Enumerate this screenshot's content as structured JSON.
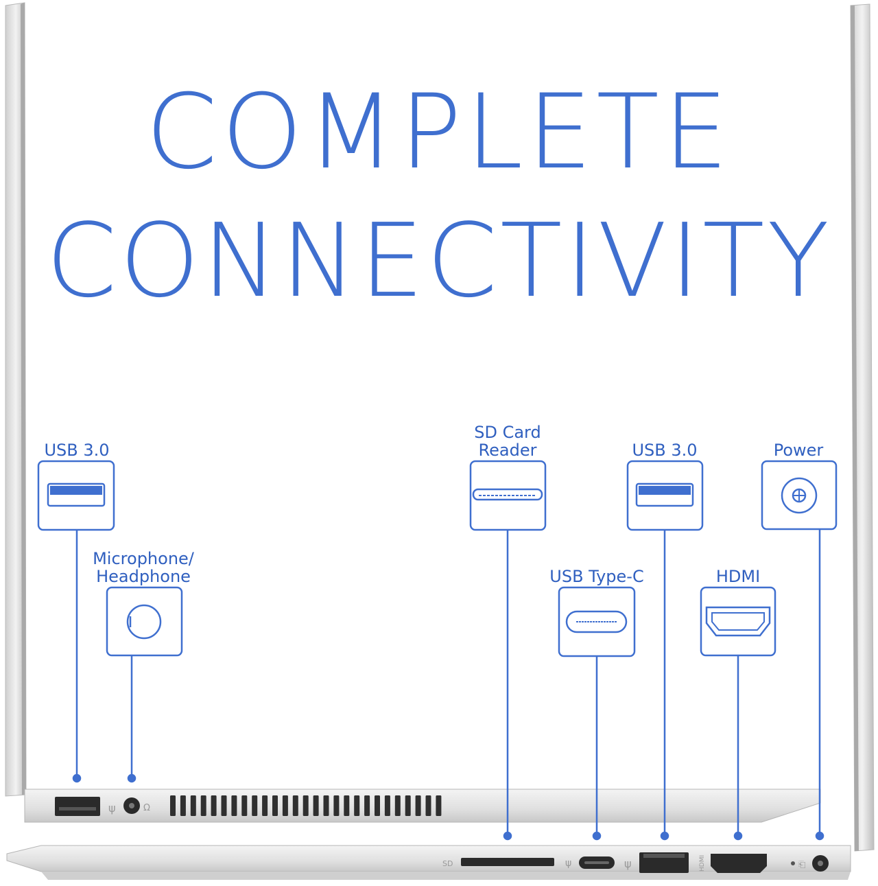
{
  "title": {
    "line1": "COMPLETE",
    "line2": "CONNECTIVITY"
  },
  "colors": {
    "accent": "#3f6fcf",
    "label": "#2f5fbf",
    "chassis": "#e3e3e3",
    "chassis_edge": "#b8b8b8",
    "port": "#2a2a2a"
  },
  "ports": {
    "usb_left": {
      "label": "USB 3.0",
      "icon": "usb-a-port-icon"
    },
    "audio": {
      "label": "Microphone/\nHeadphone",
      "icon": "audio-jack-icon"
    },
    "sd": {
      "label": "SD Card\nReader",
      "icon": "sd-card-slot-icon"
    },
    "usbc": {
      "label": "USB Type-C",
      "icon": "usb-c-port-icon"
    },
    "usb_right": {
      "label": "USB 3.0",
      "icon": "usb-a-port-icon"
    },
    "hdmi": {
      "label": "HDMI",
      "icon": "hdmi-port-icon"
    },
    "power": {
      "label": "Power",
      "icon": "power-jack-icon"
    }
  },
  "chassis_labels": {
    "sd_mark": "SD",
    "hdmi_mark": "HDMI"
  }
}
